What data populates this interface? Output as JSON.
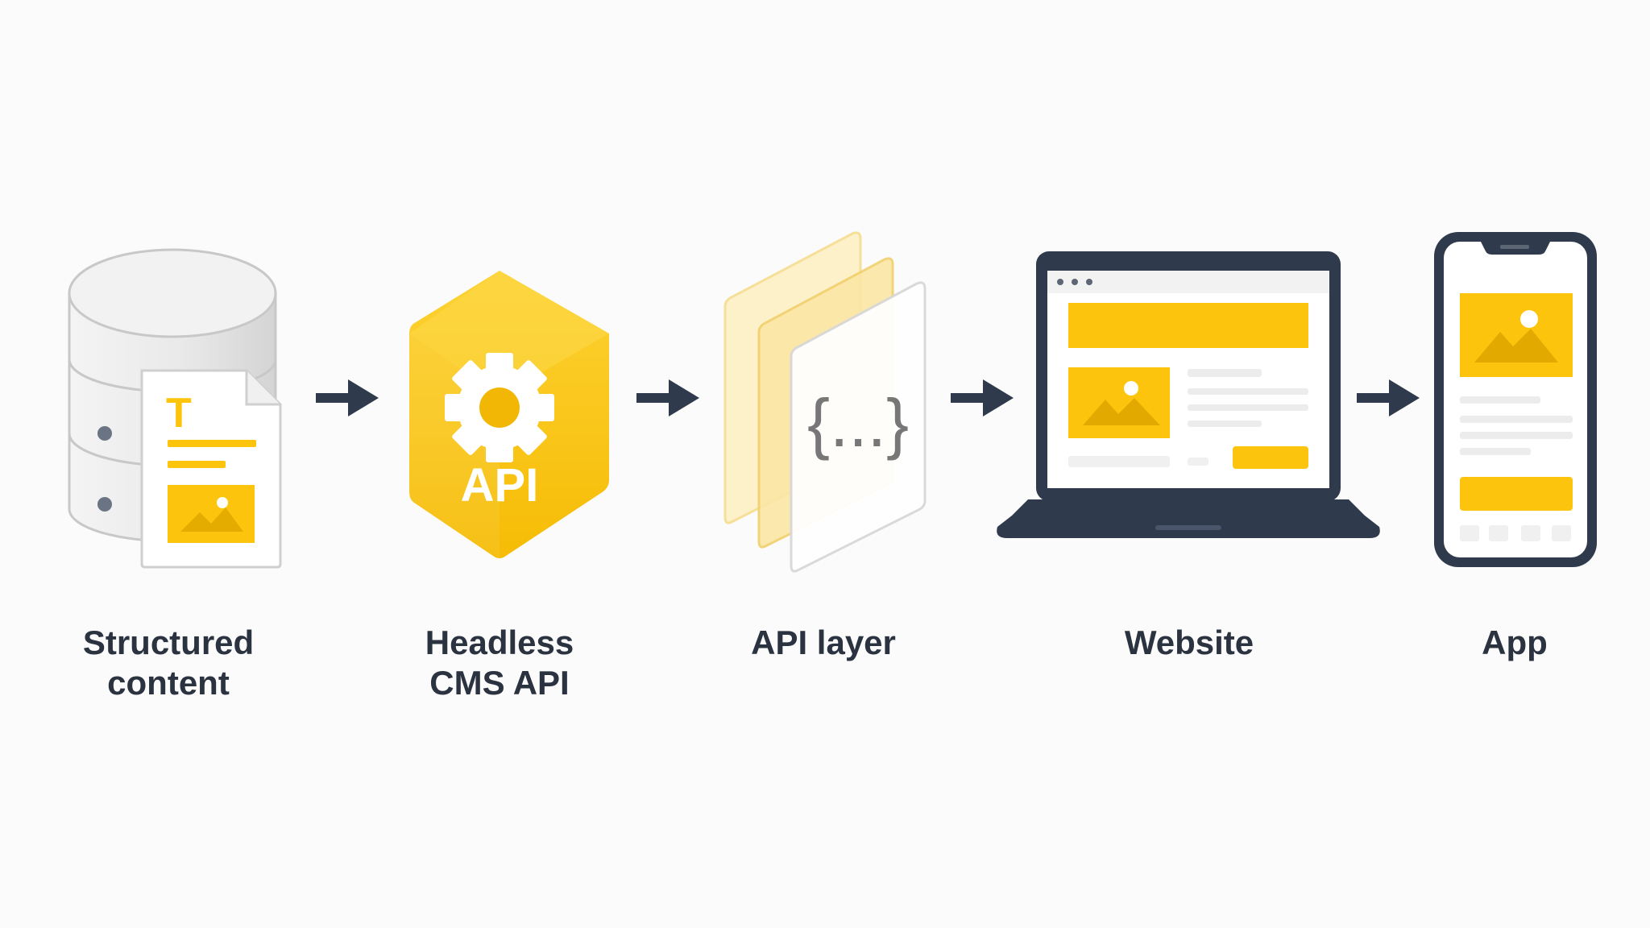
{
  "colors": {
    "yellow": "#fcc40c",
    "dark": "#2f3b4c",
    "text": "#2b3340",
    "light_gray": "#e6e6e6",
    "background": "#fbfbfb"
  },
  "nodes": [
    {
      "id": "structured-content",
      "icon": "database-document-icon",
      "label_lines": [
        "Structured",
        "content"
      ],
      "document_heading_glyph": "T"
    },
    {
      "id": "headless-cms-api",
      "icon": "api-gear-cube-icon",
      "label_lines": [
        "Headless",
        "CMS API"
      ],
      "cube_text": "API"
    },
    {
      "id": "api-layer",
      "icon": "layered-panels-icon",
      "label_lines": [
        "API layer"
      ],
      "panel_text": "{...}"
    },
    {
      "id": "website",
      "icon": "laptop-icon",
      "label_lines": [
        "Website"
      ]
    },
    {
      "id": "app",
      "icon": "smartphone-icon",
      "label_lines": [
        "App"
      ]
    }
  ],
  "connectors": [
    {
      "from": "structured-content",
      "to": "headless-cms-api",
      "icon": "arrow-right-icon"
    },
    {
      "from": "headless-cms-api",
      "to": "api-layer",
      "icon": "arrow-right-icon"
    },
    {
      "from": "api-layer",
      "to": "website",
      "icon": "arrow-right-icon"
    },
    {
      "from": "website",
      "to": "app",
      "icon": "arrow-right-icon"
    }
  ]
}
